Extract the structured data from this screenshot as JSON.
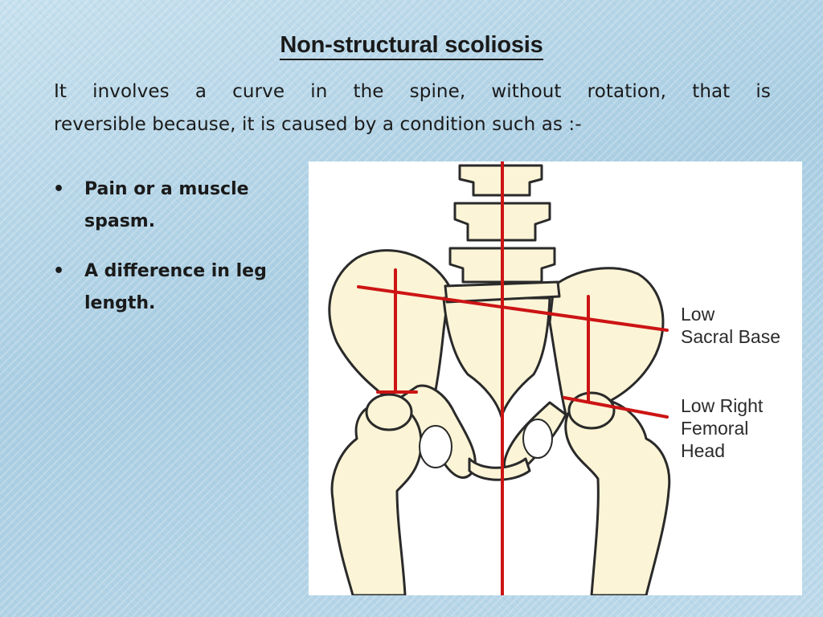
{
  "slide": {
    "title": "Non-structural scoliosis",
    "intro_line1": "It involves a curve in the spine, without rotation, that is",
    "intro_line2": "reversible because, it is caused by a condition such as :-",
    "bullets": [
      {
        "line1": "Pain or a muscle",
        "line2": "spasm."
      },
      {
        "line1": "A difference in leg",
        "line2": "length."
      }
    ]
  },
  "figure": {
    "labels": {
      "sacral_line1": "Low",
      "sacral_line2": "Sacral Base",
      "femoral_line1": "Low Right",
      "femoral_line2": "Femoral",
      "femoral_line3": "Head"
    },
    "colors": {
      "bone_fill": "#fbf4d6",
      "bone_outline": "#2a2a2a",
      "marker_line": "#cc1414"
    }
  }
}
